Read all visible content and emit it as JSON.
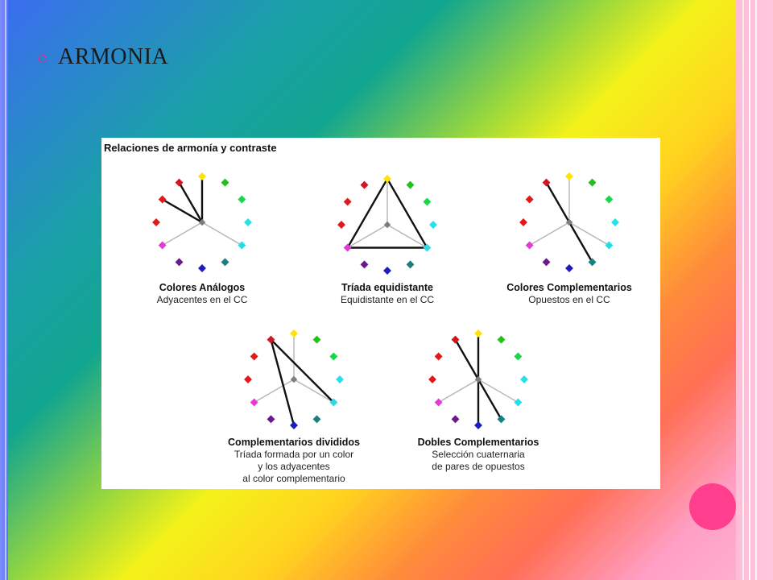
{
  "slide": {
    "title": "ARMONIA"
  },
  "figure": {
    "heading": "Relaciones de armonía y contraste",
    "wheels": [
      {
        "label": "Colores Análogos",
        "caption": [
          "Adyacentes en el CC"
        ]
      },
      {
        "label": "Tríada equidistante",
        "caption": [
          "Equidistante en el CC"
        ]
      },
      {
        "label": "Colores Complementarios",
        "caption": [
          "Opuestos en el CC"
        ]
      },
      {
        "label": "Complementarios divididos",
        "caption": [
          "Tríada formada por un color",
          "y los adyacentes",
          "al color complementario"
        ]
      },
      {
        "label": "Dobles Complementarios",
        "caption": [
          "Selección cuaternaria",
          "de pares de opuestos"
        ]
      }
    ]
  },
  "colors": {
    "wheel_hues": [
      "#ffe400",
      "#22c21b",
      "#18d84a",
      "#27e1e8",
      "#27dce8",
      "#1a7f80",
      "#1c1cc0",
      "#6a1a8a",
      "#e43bd6",
      "#e01a1a",
      "#e01a1a",
      "#d0161f"
    ],
    "accent_dot": "#ff3f8e"
  }
}
